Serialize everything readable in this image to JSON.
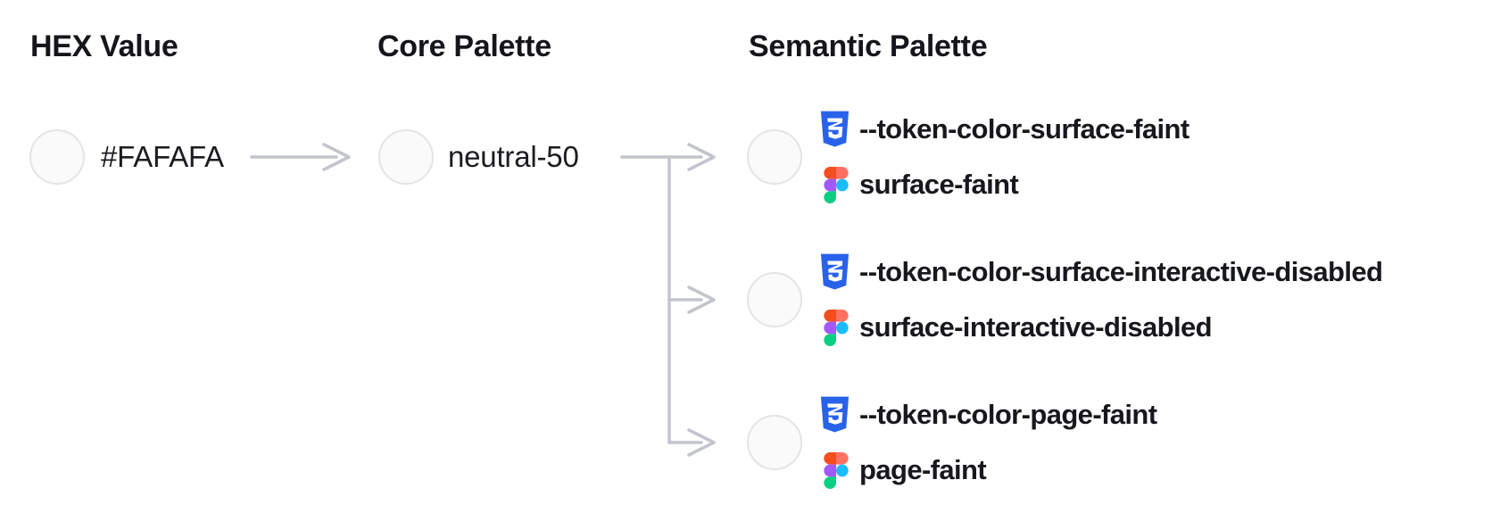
{
  "diagram": {
    "columns": [
      {
        "title": "HEX Value"
      },
      {
        "title": "Core Palette"
      },
      {
        "title": "Semantic Palette"
      }
    ],
    "hex_node": {
      "label": "#FAFAFA",
      "swatch_color": "#FAFAFA"
    },
    "core_node": {
      "label": "neutral-50",
      "swatch_color": "#FAFAFA"
    },
    "semantic_tokens": [
      {
        "css_token": "--token-color-surface-faint",
        "figma_token": "surface-faint",
        "swatch_color": "#FAFAFA"
      },
      {
        "css_token": "--token-color-surface-interactive-disabled",
        "figma_token": "surface-interactive-disabled",
        "swatch_color": "#FAFAFA"
      },
      {
        "css_token": "--token-color-page-faint",
        "figma_token": "page-faint",
        "swatch_color": "#FAFAFA"
      }
    ],
    "colors": {
      "swatch_fill": "#FAFAFA",
      "swatch_border": "#E3E4E8",
      "connector": "#C2C5CC",
      "text": "#17181C",
      "css_icon_blue": "#2862E9",
      "figma_orange": "#F24E1E",
      "figma_salmon": "#FF7262",
      "figma_purple": "#A259FF",
      "figma_blue": "#1ABCFE",
      "figma_green": "#0ACF83"
    }
  }
}
